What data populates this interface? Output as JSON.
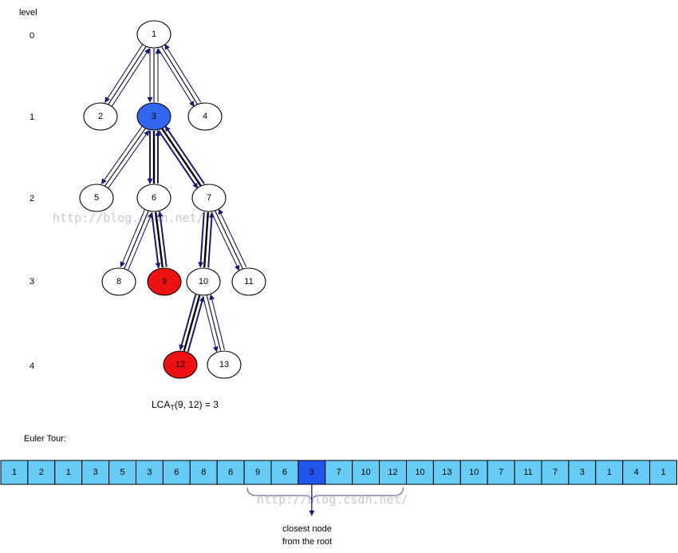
{
  "level_header": "level",
  "levels": [
    "0",
    "1",
    "2",
    "3",
    "4"
  ],
  "nodes": [
    {
      "id": "1",
      "label": "1",
      "fill": "#ffffff",
      "level": 0
    },
    {
      "id": "2",
      "label": "2",
      "fill": "#ffffff",
      "level": 1
    },
    {
      "id": "3",
      "label": "3",
      "fill": "#3366ee",
      "level": 1
    },
    {
      "id": "4",
      "label": "4",
      "fill": "#ffffff",
      "level": 1
    },
    {
      "id": "5",
      "label": "5",
      "fill": "#ffffff",
      "level": 2
    },
    {
      "id": "6",
      "label": "6",
      "fill": "#ffffff",
      "level": 2
    },
    {
      "id": "7",
      "label": "7",
      "fill": "#ffffff",
      "level": 2
    },
    {
      "id": "8",
      "label": "8",
      "fill": "#ffffff",
      "level": 3
    },
    {
      "id": "9",
      "label": "9",
      "fill": "#ee1111",
      "level": 3
    },
    {
      "id": "10",
      "label": "10",
      "fill": "#ffffff",
      "level": 3
    },
    {
      "id": "11",
      "label": "11",
      "fill": "#ffffff",
      "level": 3
    },
    {
      "id": "12",
      "label": "12",
      "fill": "#ee1111",
      "level": 4
    },
    {
      "id": "13",
      "label": "13",
      "fill": "#ffffff",
      "level": 4
    }
  ],
  "edges": [
    {
      "from": "1",
      "to": "2",
      "bold": false
    },
    {
      "from": "1",
      "to": "3",
      "bold": false
    },
    {
      "from": "1",
      "to": "4",
      "bold": false
    },
    {
      "from": "3",
      "to": "5",
      "bold": false
    },
    {
      "from": "3",
      "to": "6",
      "bold": true
    },
    {
      "from": "3",
      "to": "7",
      "bold": true
    },
    {
      "from": "6",
      "to": "8",
      "bold": false
    },
    {
      "from": "6",
      "to": "9",
      "bold": true
    },
    {
      "from": "7",
      "to": "10",
      "bold": true
    },
    {
      "from": "7",
      "to": "11",
      "bold": false
    },
    {
      "from": "10",
      "to": "12",
      "bold": true
    },
    {
      "from": "10",
      "to": "13",
      "bold": false
    }
  ],
  "lca_text": {
    "prefix": "LCA",
    "subscript": "T",
    "suffix": "(9, 12) = 3"
  },
  "euler_tour_label": "Euler Tour:",
  "euler_tour": [
    "1",
    "2",
    "1",
    "3",
    "5",
    "3",
    "6",
    "8",
    "6",
    "9",
    "6",
    "3",
    "7",
    "10",
    "12",
    "10",
    "13",
    "10",
    "7",
    "11",
    "7",
    "3",
    "1",
    "4",
    "1"
  ],
  "highlight_index": 11,
  "range_start_index": 9,
  "range_end_index": 14,
  "colors": {
    "cell_fill": "#66ccf5",
    "cell_highlight": "#2255ee",
    "arrow": "#1a1a6e",
    "brace": "#6666aa"
  },
  "caption": [
    "closest node",
    "from the root"
  ],
  "watermarks": [
    "http://blog.csdn.net/",
    "http://blog.csdn.net/"
  ]
}
